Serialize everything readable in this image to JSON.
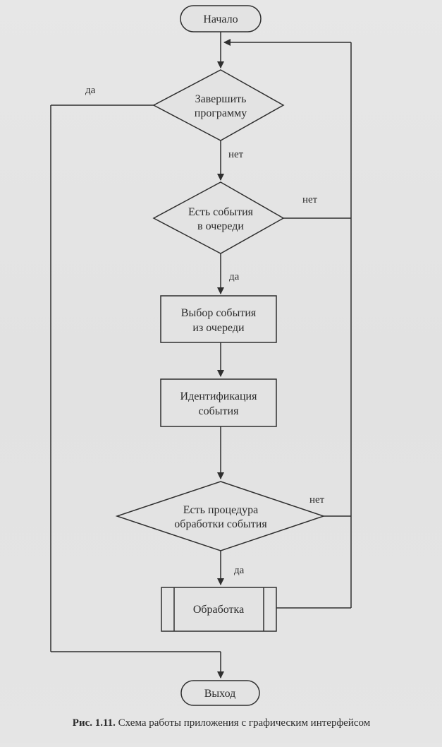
{
  "nodes": {
    "start": "Начало",
    "decision_finish": [
      "Завершить",
      "программу"
    ],
    "decision_events": [
      "Есть события",
      "в очереди"
    ],
    "process_select": [
      "Выбор события",
      "из очереди"
    ],
    "process_identify": [
      "Идентификация",
      "события"
    ],
    "decision_handler": [
      "Есть процедура",
      "обработки события"
    ],
    "predefined_process": "Обработка",
    "end": "Выход"
  },
  "edge_labels": {
    "finish_yes": "да",
    "finish_no": "нет",
    "events_no": "нет",
    "events_yes": "да",
    "handler_no": "нет",
    "handler_yes": "да"
  },
  "caption": {
    "prefix": "Рис. 1.11.",
    "text": " Схема работы приложения с графическим интерфейсом"
  },
  "colors": {
    "line": "#2f2f2f",
    "fill": "#e3e3e3",
    "text": "#2b2b2b"
  }
}
